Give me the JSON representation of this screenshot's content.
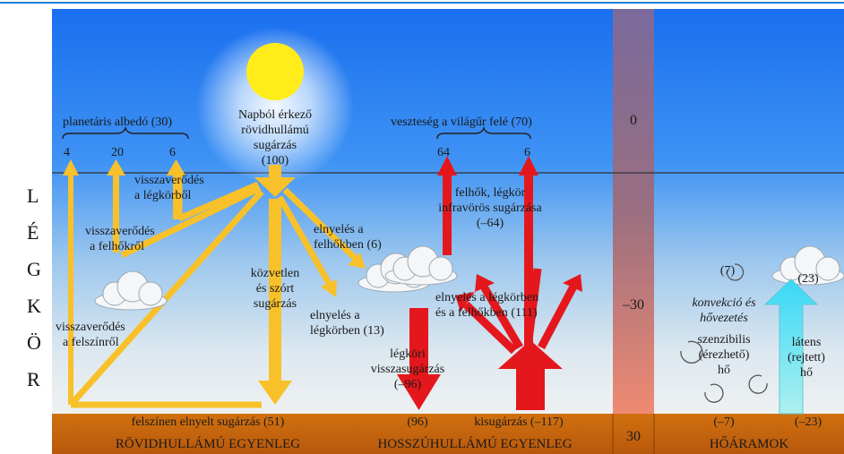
{
  "side_label": [
    "L",
    "É",
    "G",
    "K",
    "Ö",
    "R"
  ],
  "colors": {
    "shortwave": "#f8c12a",
    "longwave": "#e4181c",
    "latent": "#7ee8f4",
    "ground": "#c9640f",
    "column": "#8c6a80",
    "sky_top": "#1e78f0",
    "sky_bottom": "#e8eef2"
  },
  "sun": {
    "label": [
      "Napból érkező",
      "rövidhullámú",
      "sugárzás",
      "(100)"
    ]
  },
  "albedo": {
    "title": "planetáris albedó (30)",
    "values": [
      "4",
      "20",
      "6"
    ]
  },
  "space_loss": {
    "title": "veszteség a világűr felé (70)",
    "values": [
      "64",
      "6"
    ]
  },
  "column_values": {
    "top": "0",
    "middle": "–30",
    "bottom": "30"
  },
  "labels": {
    "refl_atm": [
      "visszaverődés",
      "a légkörből"
    ],
    "refl_cloud": [
      "visszaverődés",
      "a felhőkről"
    ],
    "refl_surface": [
      "visszaverődés",
      "a felszínről"
    ],
    "direct": [
      "közvetlen",
      "és szórt",
      "sugárzás"
    ],
    "abs_cloud": [
      "elnyelés a",
      "felhőkben (6)"
    ],
    "abs_atm": [
      "elnyelés a",
      "légkörben (13)"
    ],
    "cloud_ir": [
      "felhők, légkör",
      "infravörös sugárzása",
      "(–64)"
    ],
    "abs_atm_cloud": [
      "elnyelés a légkörben",
      "és a felhőkben (111)"
    ],
    "back_rad": [
      "légköri",
      "visszasugárzás",
      "(–96)"
    ],
    "convection": [
      "konvekció és",
      "hővezetés"
    ],
    "sensible": [
      "szenzibilis",
      "(érezhető)",
      "hő"
    ],
    "latent": [
      "látens",
      "(rejtett)",
      "hő"
    ],
    "conv_small": "(7)",
    "latent_small": "(23)"
  },
  "bottom": {
    "surface_absorbed": "felszínen elnyelt sugárzás (51)",
    "back_val": "(96)",
    "emission": "kisugárzás (–117)",
    "heat_conv": "(–7)",
    "heat_lat": "(–23)",
    "shortwave_balance": "RÖVIDHULLÁMÚ EGYENLEG",
    "longwave_balance": "HOSSZÚHULLÁMÚ EGYENLEG",
    "heat_flows": "HŐÁRAMOK"
  }
}
